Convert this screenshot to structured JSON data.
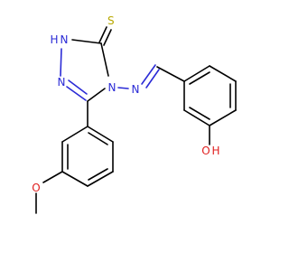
{
  "molecule": {
    "atom_labels": {
      "thione_s": "S",
      "nh": "H",
      "nh_n": "N",
      "ring_n_left": "N",
      "ring_n4": "N",
      "imine_n": "N",
      "phenol_o": "O",
      "phenol_h": "H",
      "methoxy_o": "O"
    }
  },
  "colors": {
    "carbon_bond": "#000000",
    "nitrogen": "#2b2bd6",
    "oxygen": "#e01f1f",
    "sulfur": "#b8a800",
    "background": "#ffffff"
  }
}
